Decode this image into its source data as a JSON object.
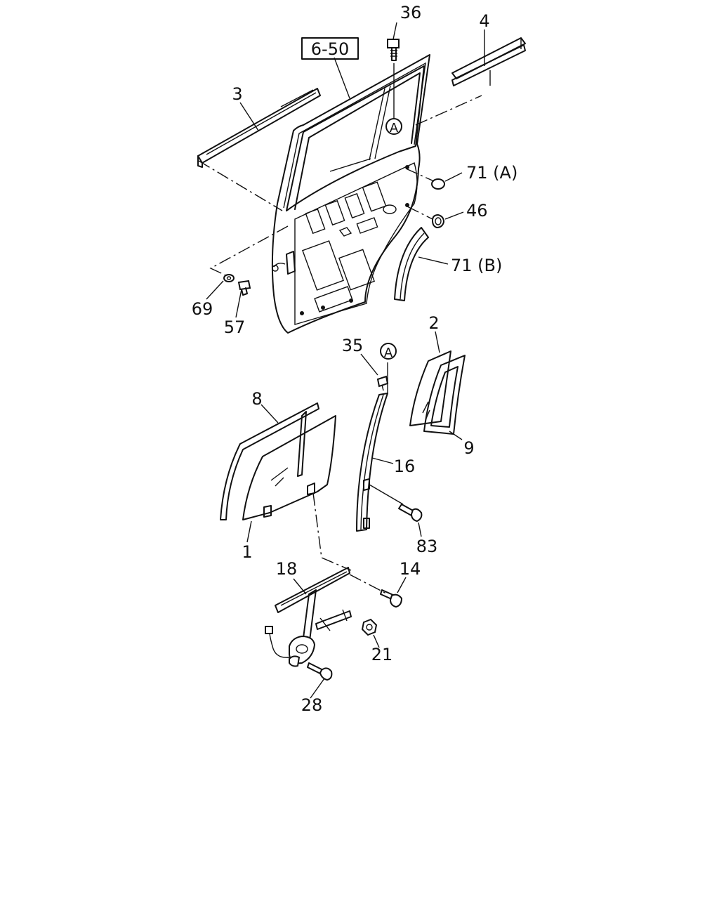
{
  "callouts": {
    "ref_box": "6-50",
    "p36": "36",
    "p4": "4",
    "p3": "3",
    "p71a": "71 (A)",
    "p46": "46",
    "p71b": "71 (B)",
    "p69": "69",
    "p57": "57",
    "p2": "2",
    "p35": "35",
    "p8": "8",
    "p16": "16",
    "p9": "9",
    "p83": "83",
    "p1": "1",
    "p18": "18",
    "p14": "14",
    "p21": "21",
    "p28": "28",
    "markerA_upper": "A",
    "markerA_lower": "A"
  },
  "icons": {
    "bolt": "bolt-icon",
    "nut": "nut-icon",
    "clip": "clip-icon",
    "grommet": "grommet-icon"
  }
}
